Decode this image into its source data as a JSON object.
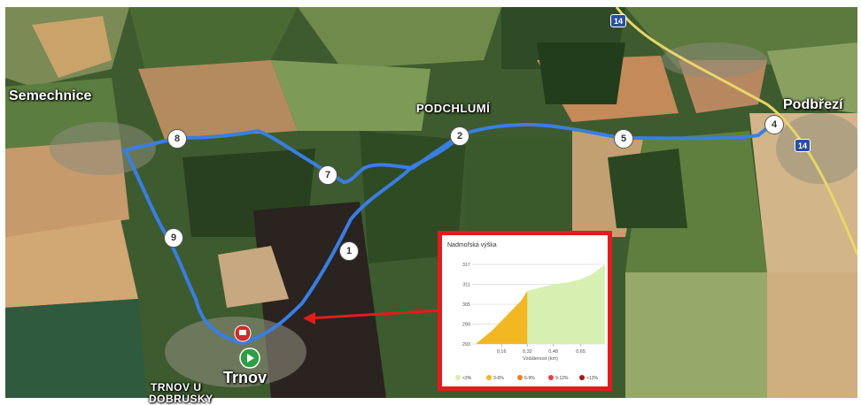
{
  "places": {
    "semechnice": "Semechnice",
    "podchlumi": "PODCHLUMÍ",
    "podbrezi": "Podbřezí",
    "trnov": "Trnov",
    "trnov_u_dobrusky_line1": "TRNOV U",
    "trnov_u_dobrusky_line2": "DOBRUSKY"
  },
  "road_shields": [
    "14",
    "14"
  ],
  "waypoints": [
    "1",
    "2",
    "4",
    "5",
    "7",
    "8",
    "9"
  ],
  "colors": {
    "route": "#3a7ee0",
    "callout": "#e21c1c",
    "start_marker": "#2e9e44",
    "end_marker": "#d22b2b"
  },
  "elevation_panel": {
    "title": "Nadmořská výška",
    "xlabel": "Vzdálenost (km)",
    "legend": [
      {
        "label": "<3%",
        "color": "#d7efb0"
      },
      {
        "label": "3-6%",
        "color": "#f2b824"
      },
      {
        "label": "6-9%",
        "color": "#ee7d20"
      },
      {
        "label": "9-12%",
        "color": "#e84040"
      },
      {
        "label": ">12%",
        "color": "#a11818"
      }
    ]
  },
  "chart_data": {
    "type": "area",
    "title": "Nadmořská výška",
    "xlabel": "Vzdálenost (km)",
    "ylabel": "",
    "y_ticks": [
      "317",
      "311",
      "305",
      "299",
      "293"
    ],
    "x_ticks": [
      "0,16",
      "0,32",
      "0,48",
      "0,65"
    ],
    "ylim": [
      293,
      317
    ],
    "xlim": [
      0,
      0.8
    ],
    "grid": true,
    "series": [
      {
        "color": "#f2b824",
        "x": [
          0,
          0.05,
          0.1,
          0.16,
          0.22,
          0.28,
          0.32
        ],
        "y": [
          293,
          295,
          297,
          300,
          303,
          306,
          309
        ]
      },
      {
        "color": "#d7efb0",
        "x": [
          0.32,
          0.4,
          0.48,
          0.56,
          0.65,
          0.72,
          0.8
        ],
        "y": [
          309,
          310,
          311,
          311.5,
          312.5,
          314,
          317
        ]
      }
    ]
  }
}
